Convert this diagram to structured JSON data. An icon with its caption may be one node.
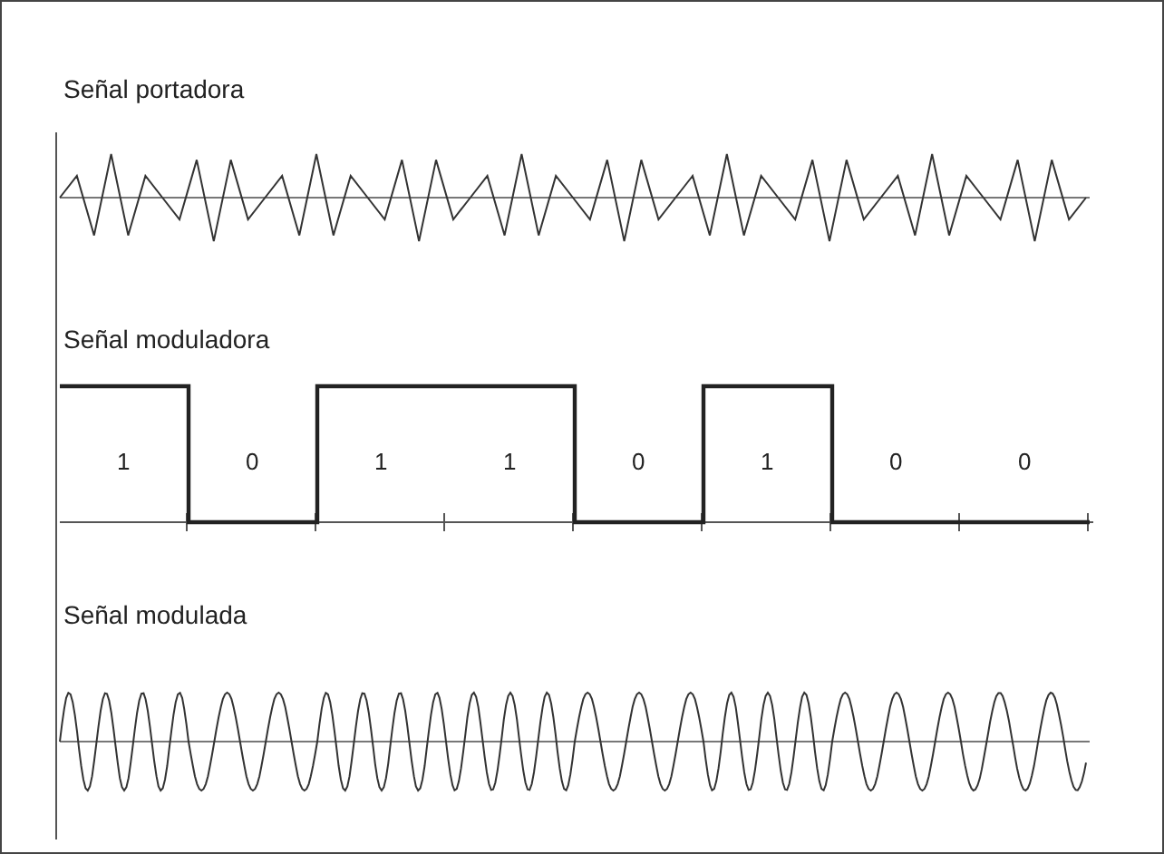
{
  "diagram": {
    "labels": [
      "Señal portadora",
      "Señal moduladora",
      "1",
      "0",
      "1",
      "1",
      "0",
      "1",
      "0",
      "0",
      "Señal modulada"
    ]
  }
}
